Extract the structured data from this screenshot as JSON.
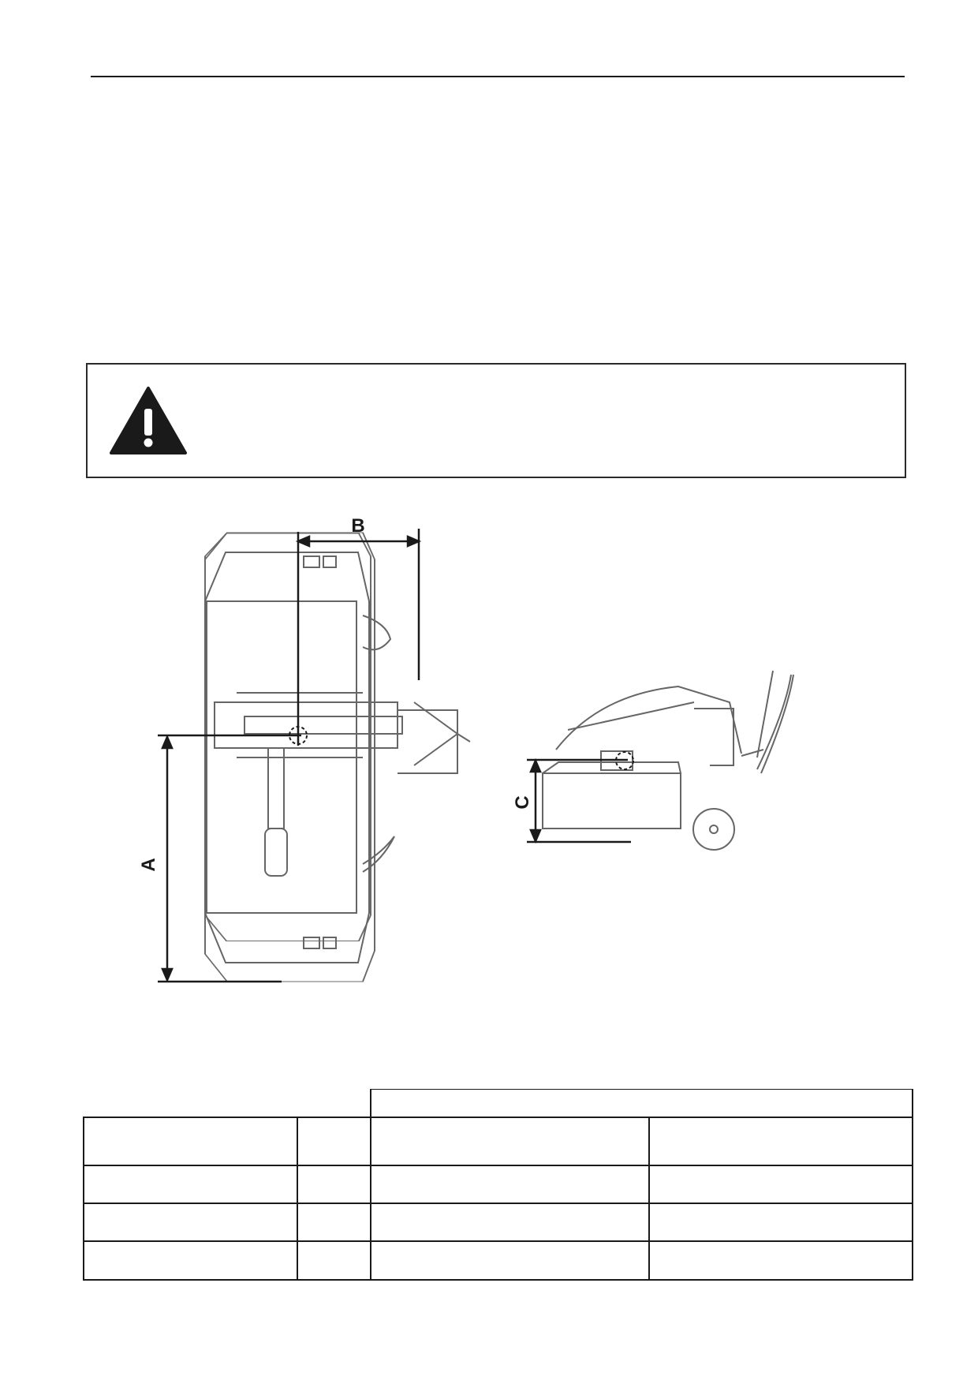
{
  "document": {
    "figure": {
      "dimension_labels": {
        "a": "A",
        "b": "B",
        "c": "C"
      }
    },
    "icons": {
      "warning": "warning-triangle-icon"
    },
    "spec_table": {
      "group_header": "",
      "columns": [
        "",
        "",
        "",
        ""
      ],
      "rows": [
        [
          "",
          "",
          "",
          ""
        ],
        [
          "",
          "",
          "",
          ""
        ],
        [
          "",
          "",
          "",
          ""
        ]
      ]
    }
  }
}
